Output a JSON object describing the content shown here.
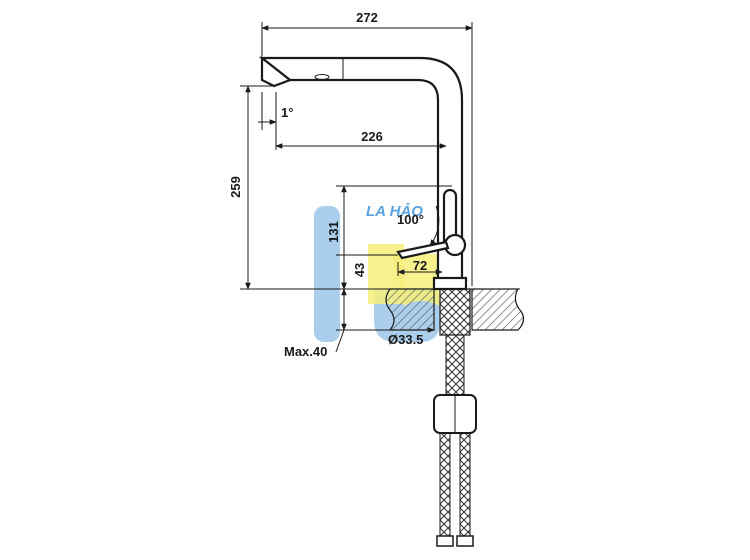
{
  "dimensions": {
    "overall_width": "272",
    "spout_reach": "226",
    "tilt_angle": "1°",
    "overall_height": "259",
    "spout_height": "131",
    "lever_angle": "100°",
    "lever_length": "72",
    "lever_height": "43",
    "hole_diameter": "Ø33.5",
    "max_thickness": "Max.40"
  },
  "watermark": {
    "text": "LA HẢO",
    "colors": {
      "blue": "#9cc6ea",
      "yellow": "#f6ef7a"
    }
  },
  "colors": {
    "line": "#1a1a1a",
    "background": "#ffffff",
    "hatch": "#555555"
  }
}
